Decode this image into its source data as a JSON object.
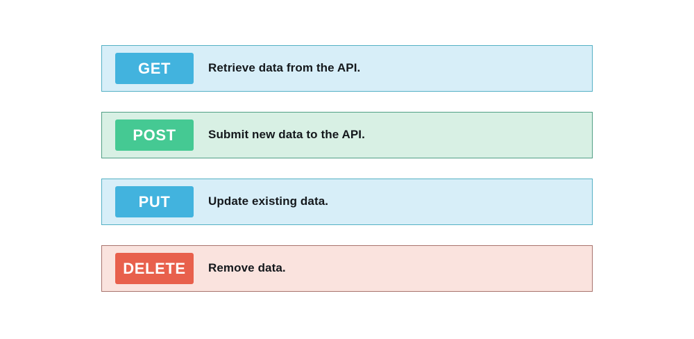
{
  "page": {
    "background": "#ffffff"
  },
  "legend": {
    "rows": [
      {
        "method": "GET",
        "description": "Retrieve data from the API.",
        "badge_color": "#42b3de",
        "row_background": "#d7eef8",
        "row_border": "#53b0c4"
      },
      {
        "method": "POST",
        "description": "Submit new data to the API.",
        "badge_color": "#45c993",
        "row_background": "#d8f0e4",
        "row_border": "#4f9e84"
      },
      {
        "method": "PUT",
        "description": "Update existing data.",
        "badge_color": "#42b3de",
        "row_background": "#d7eef8",
        "row_border": "#53b0c4"
      },
      {
        "method": "DELETE",
        "description": "Remove data.",
        "badge_color": "#e8604c",
        "row_background": "#fae3de",
        "row_border": "#a8736c"
      }
    ]
  }
}
